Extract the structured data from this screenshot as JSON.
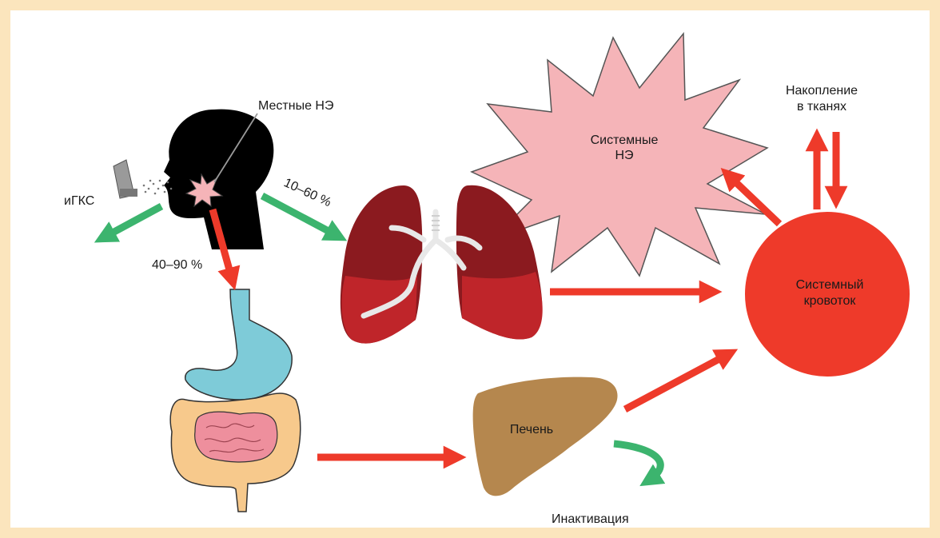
{
  "labels": {
    "local_ae": "Местные НЭ",
    "igks": "иГКС",
    "pct_lungs": "10–60 %",
    "pct_gut": "40–90 %",
    "systemic_ae_line1": "Системные",
    "systemic_ae_line2": "НЭ",
    "accumulation_line1": "Накопление",
    "accumulation_line2": "в тканях",
    "circulation_line1": "Системный",
    "circulation_line2": "кровоток",
    "liver": "Печень",
    "inactivation": "Инактивация"
  },
  "colors": {
    "frame": "#fbe5bd",
    "red_arrow": "#ee3a2a",
    "green_arrow": "#3cb46e",
    "star_fill": "#f5b4b8",
    "circulation_fill": "#ee3a2a",
    "lung_dark": "#8b1a1f",
    "lung_light": "#c8282d",
    "stomach": "#7ecbd8",
    "intestine": "#f7c98c",
    "small_intestine": "#ee8f9d",
    "liver": "#b5874e",
    "head": "#000000"
  },
  "icons": [
    "inhaler-icon",
    "head-silhouette-icon",
    "lungs-icon",
    "stomach-icon",
    "intestines-icon",
    "liver-icon"
  ]
}
